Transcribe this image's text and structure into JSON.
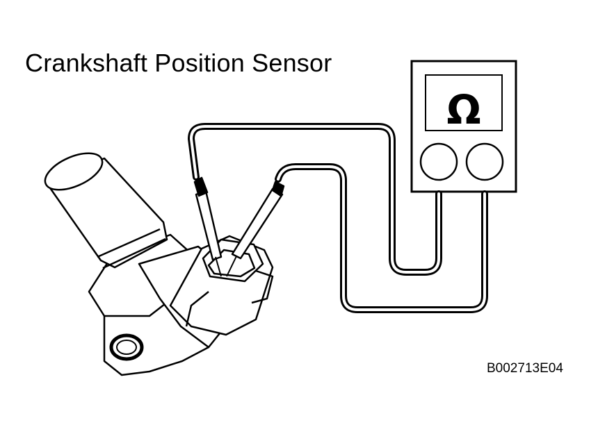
{
  "diagram": {
    "title": "Crankshaft Position Sensor",
    "figure_code": "B002713E04",
    "meter_symbol": "Ω"
  },
  "colors": {
    "line": "#000000",
    "background": "#ffffff"
  },
  "icons": {
    "meter": "ohmmeter-icon",
    "sensor": "crankshaft-position-sensor-drawing"
  }
}
